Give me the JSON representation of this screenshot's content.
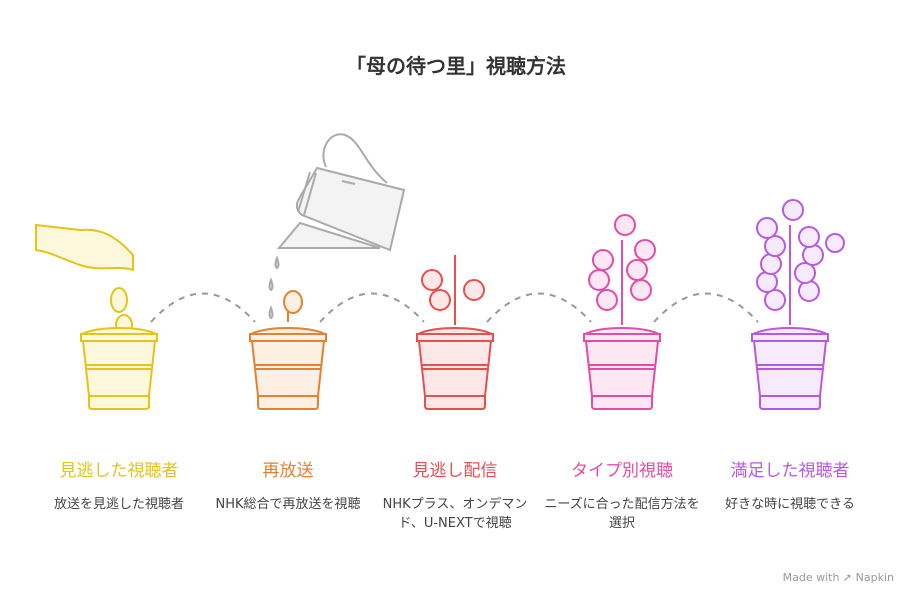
{
  "title": "「母の待つ里」視聴方法",
  "steps": [
    {
      "heading": "見逃した視聴者",
      "description": "放送を見逃した視聴者",
      "color": "#e3c417",
      "fill": "#fdf8dc",
      "icon": "hand-seeds-icon"
    },
    {
      "heading": "再放送",
      "description": "NHK総合で再放送を視聴",
      "color": "#e4822f",
      "fill": "#fdefe2",
      "icon": "sprout-icon"
    },
    {
      "heading": "見逃し配信",
      "description": "NHKプラス、オンデマンド、U-NEXTで視聴",
      "color": "#e5514f",
      "fill": "#fde8e7",
      "icon": "plant-icon"
    },
    {
      "heading": "タイプ別視聴",
      "description": "ニーズに合った配信方法を選択",
      "color": "#e44ca6",
      "fill": "#fde7f3",
      "icon": "flower-icon"
    },
    {
      "heading": "満足した視聴者",
      "description": "好きな時に視聴できる",
      "color": "#b659e4",
      "fill": "#f6ebfc",
      "icon": "flowers-icon"
    }
  ],
  "brand": "Made with ➚ Napkin"
}
